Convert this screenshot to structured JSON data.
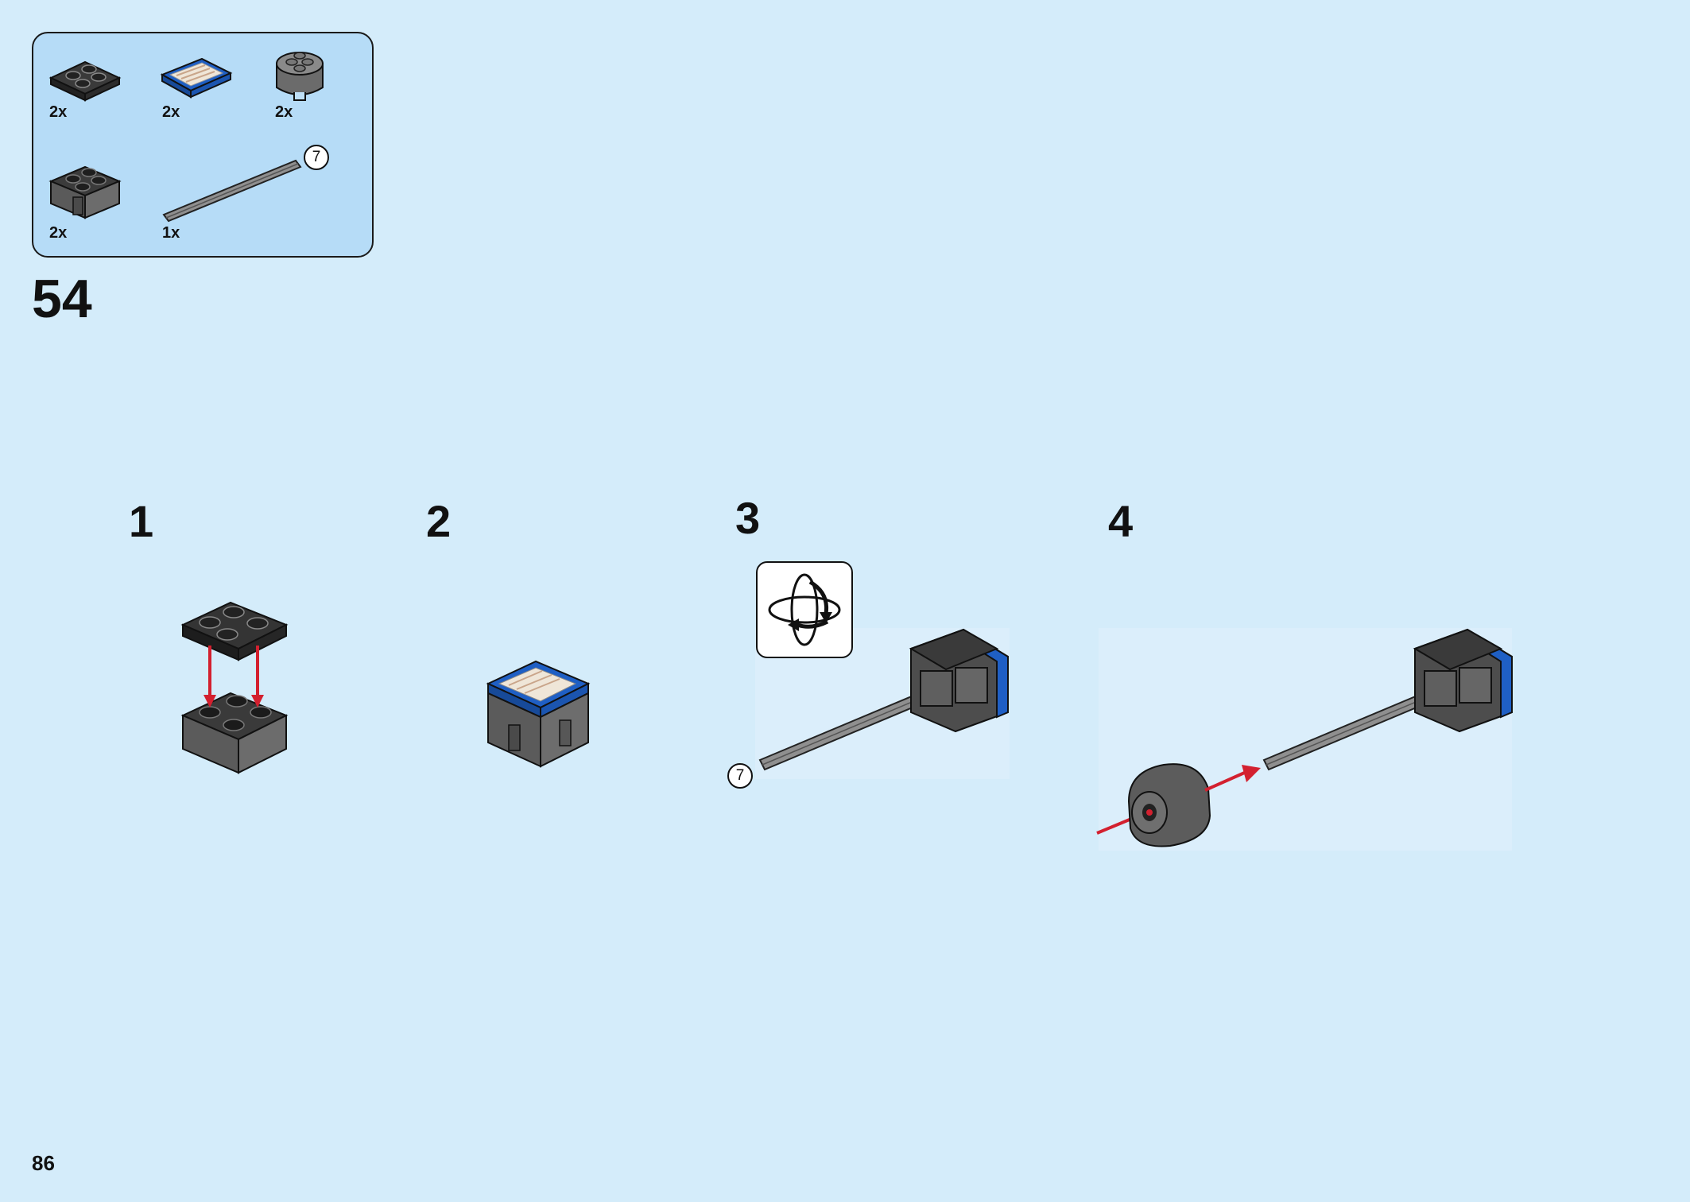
{
  "parts_list": {
    "items": [
      {
        "name": "plate-2x2-black",
        "qty": "2x"
      },
      {
        "name": "tile-2x2-printed-blue",
        "qty": "2x"
      },
      {
        "name": "round-brick-2x2-gray",
        "qty": "2x"
      },
      {
        "name": "brick-2x2-dark-gray",
        "qty": "2x"
      },
      {
        "name": "axle-7",
        "qty": "1x",
        "length_label": "7"
      }
    ]
  },
  "step": {
    "number": "54"
  },
  "substeps": [
    {
      "number": "1"
    },
    {
      "number": "2"
    },
    {
      "number": "3",
      "axle_label": "7",
      "rotate_icon": "rotate-model-icon"
    },
    {
      "number": "4"
    }
  ],
  "page": {
    "number": "86"
  },
  "colors": {
    "background": "#d4ecfa",
    "parts_box": "#b6dcf7",
    "arrow_red": "#d3202f",
    "blue_tile": "#1f5fc4",
    "dark_gray": "#5c5c5c",
    "black_plate": "#2a2a2a"
  }
}
